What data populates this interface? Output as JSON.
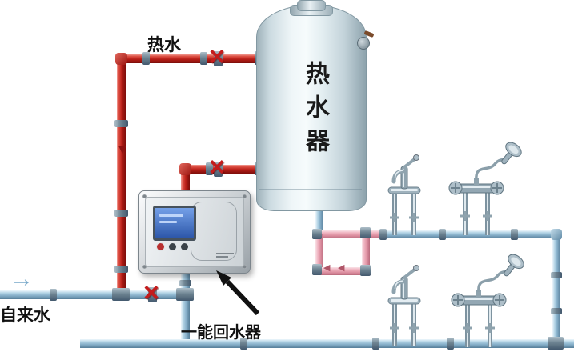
{
  "labels": {
    "hot_water": "热水",
    "water_heater": "热水器",
    "tap_water": "自来水",
    "return_device": "一能回水器"
  },
  "icons": {
    "valve_cross": "×",
    "flow_down": "▼",
    "flow_right": "→",
    "flow_left": "◀"
  },
  "colors": {
    "hot_pipe": "#b81e17",
    "cold_pipe": "#86afc9",
    "return_pipe": "#dd8fa0",
    "tank_body": "#eff6f8",
    "control_panel": "#c9ced2",
    "lcd_screen": "#2b55a8",
    "label_text": "#111111"
  }
}
